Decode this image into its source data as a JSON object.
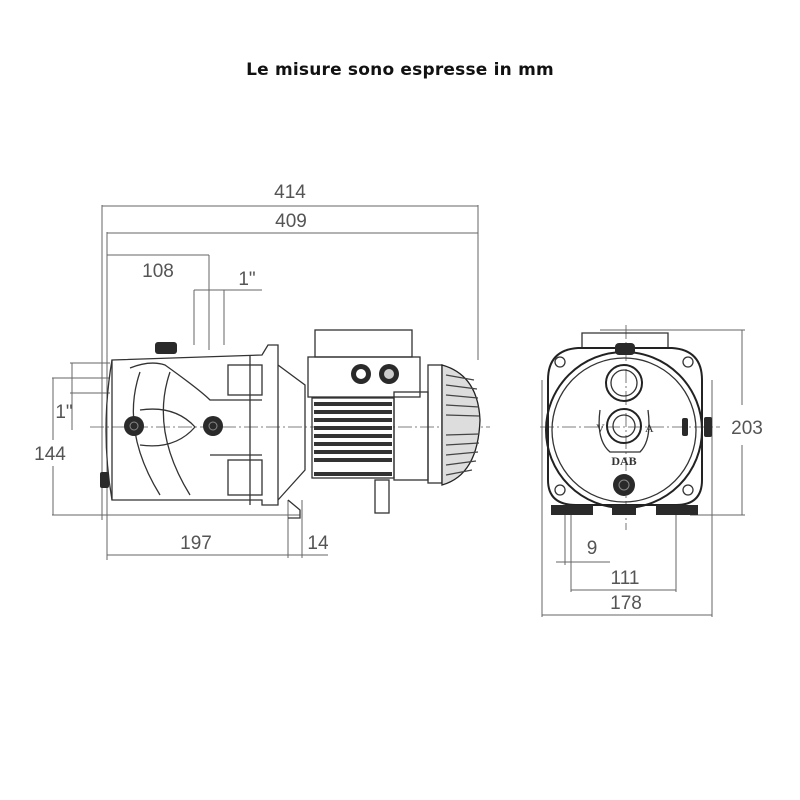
{
  "title": "Le misure sono espresse in mm",
  "side_view": {
    "dims": {
      "overall_length": "414",
      "body_length": "409",
      "suction_offset": "108",
      "delivery_size": "1\"",
      "suction_size": "1\"",
      "height": "144",
      "foot_distance": "197",
      "foot_width": "14"
    }
  },
  "front_view": {
    "logo": "DAB",
    "dims": {
      "height": "203",
      "foot_hole": "9",
      "foot_center_distance": "111",
      "base_width": "178"
    }
  },
  "colors": {
    "line": "#555555",
    "dark": "#2a2a2a",
    "text": "#111111"
  }
}
